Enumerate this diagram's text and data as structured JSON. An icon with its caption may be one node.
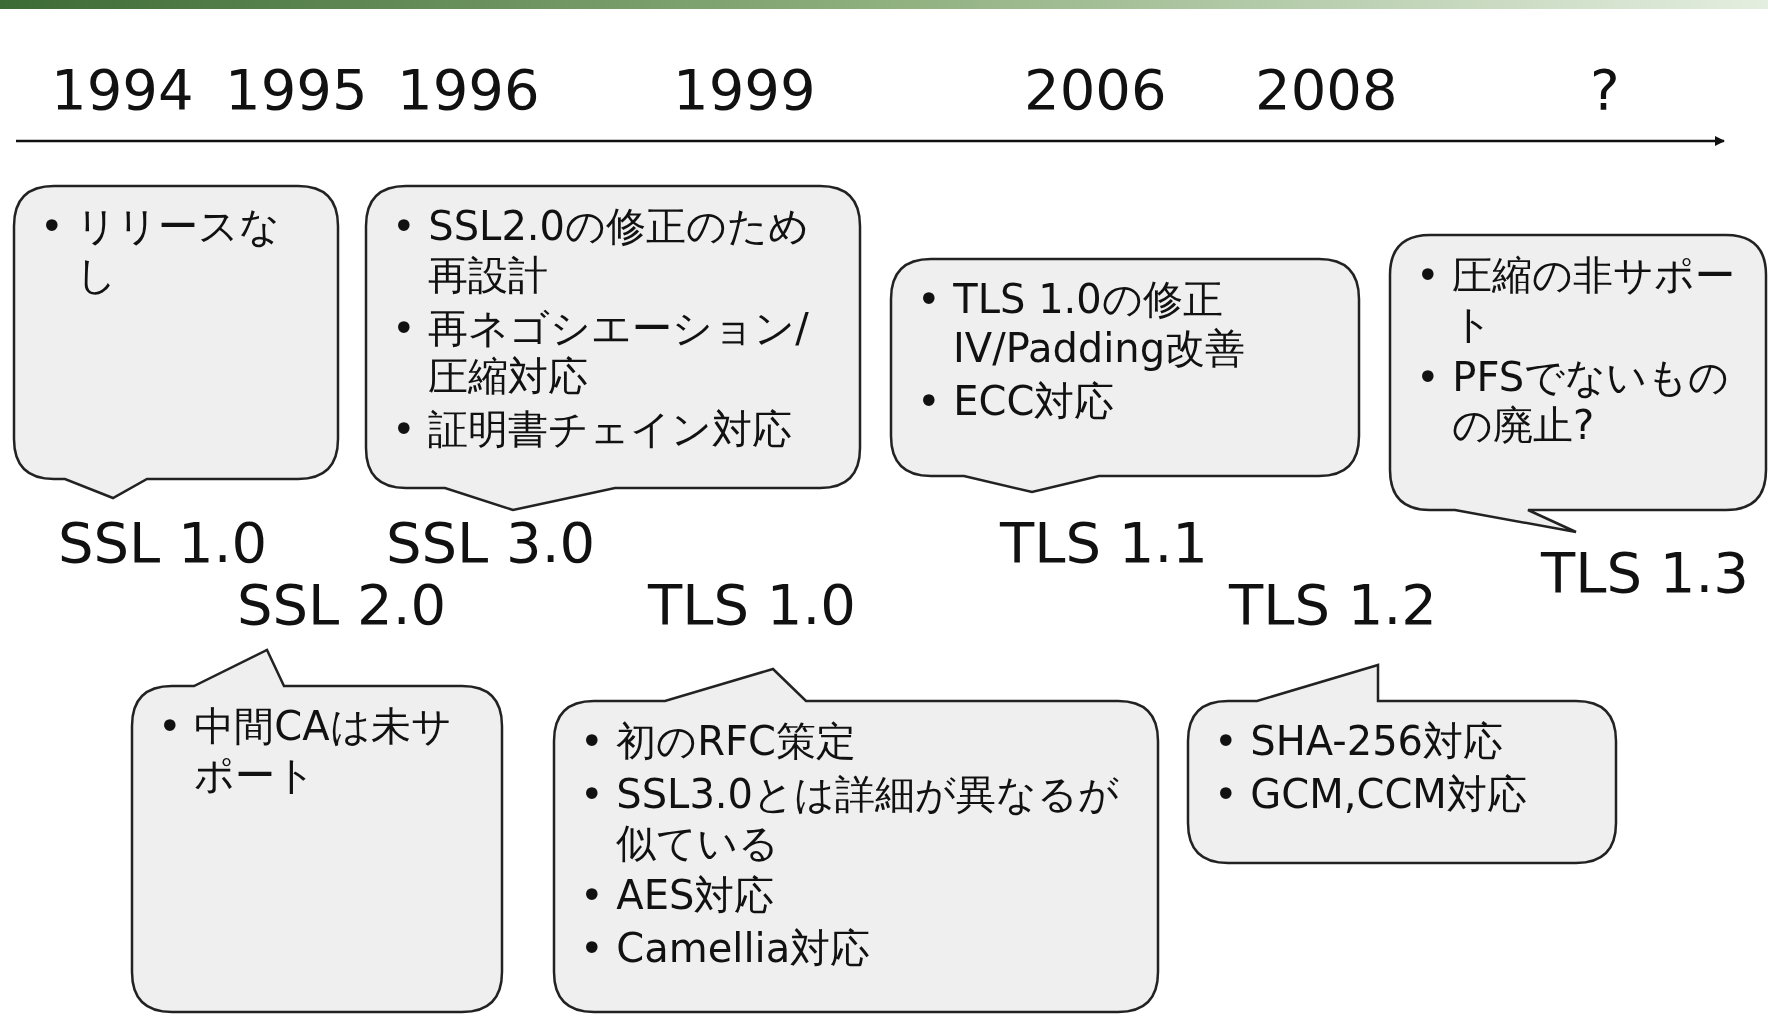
{
  "diagram": {
    "nodes": [
      {
        "text": [
          "• リリースなし"
        ],
        "beside": [
          "SSL 1.0"
        ]
      },
      {
        "text": [
          "• SSL2.0の修正のため再設計",
          "• 再ネゴシエーション/圧縮対応",
          "• 証明書チェイン対応"
        ],
        "beside": [
          "SSL 3.0"
        ]
      },
      {
        "text": [
          "• TLS 1.0の修正IV/Padding改善",
          "• ECC対応"
        ],
        "beside": [
          "TLS 1.1"
        ]
      },
      {
        "text": [
          "• 圧縮の非サポート",
          "• PFSでないものの廃止?"
        ],
        "beside": [
          "TLS 1.3"
        ]
      },
      {
        "text": [
          "• 中間CAは未サポート"
        ],
        "beside": [
          "SSL 2.0"
        ]
      },
      {
        "text": [
          "• 初のRFC策定",
          "• SSL3.0とは詳細が異なるが似ている",
          "• AES対応",
          "• Camellia対応"
        ],
        "beside": [
          "TLS 1.0"
        ]
      },
      {
        "text": [
          "• SHA-256対応",
          "• GCM,CCM対応"
        ],
        "beside": [
          "TLS 1.2"
        ]
      }
    ],
    "labels": [
      "1994",
      "1995",
      "1996",
      "1999",
      "2006",
      "2008",
      "?"
    ]
  }
}
